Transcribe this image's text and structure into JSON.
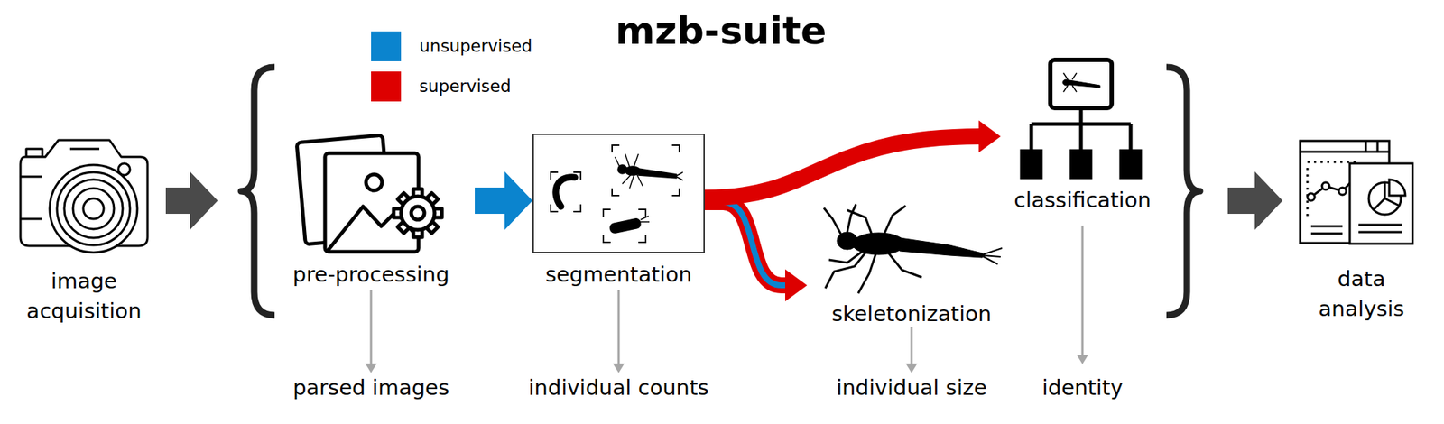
{
  "diagram": {
    "title": "mzb-suite",
    "nodes": [
      {
        "text": [
          "image acquisition"
        ]
      },
      {
        "text": [
          "pre-processing"
        ]
      },
      {
        "text": [
          "segmentation"
        ]
      },
      {
        "text": [
          "skeletonization"
        ]
      },
      {
        "text": [
          "classification"
        ]
      },
      {
        "text": [
          "data analysis"
        ]
      }
    ],
    "edges": [
      {
        "from": 0,
        "to": 1,
        "arrow": "to"
      },
      {
        "from": 1,
        "to": 2,
        "arrow": "to"
      },
      {
        "from": 2,
        "to": 3,
        "arrow": "to"
      },
      {
        "from": 2,
        "to": 4,
        "arrow": "to"
      },
      {
        "from": 4,
        "to": 5,
        "arrow": "to"
      }
    ],
    "labels": [
      "parsed images",
      "individual counts",
      "individual size",
      "identity"
    ],
    "legend": [
      {
        "text": "unsupervised",
        "color": "#0b84ce"
      },
      {
        "text": "supervised",
        "color": "#dd0000"
      }
    ]
  }
}
